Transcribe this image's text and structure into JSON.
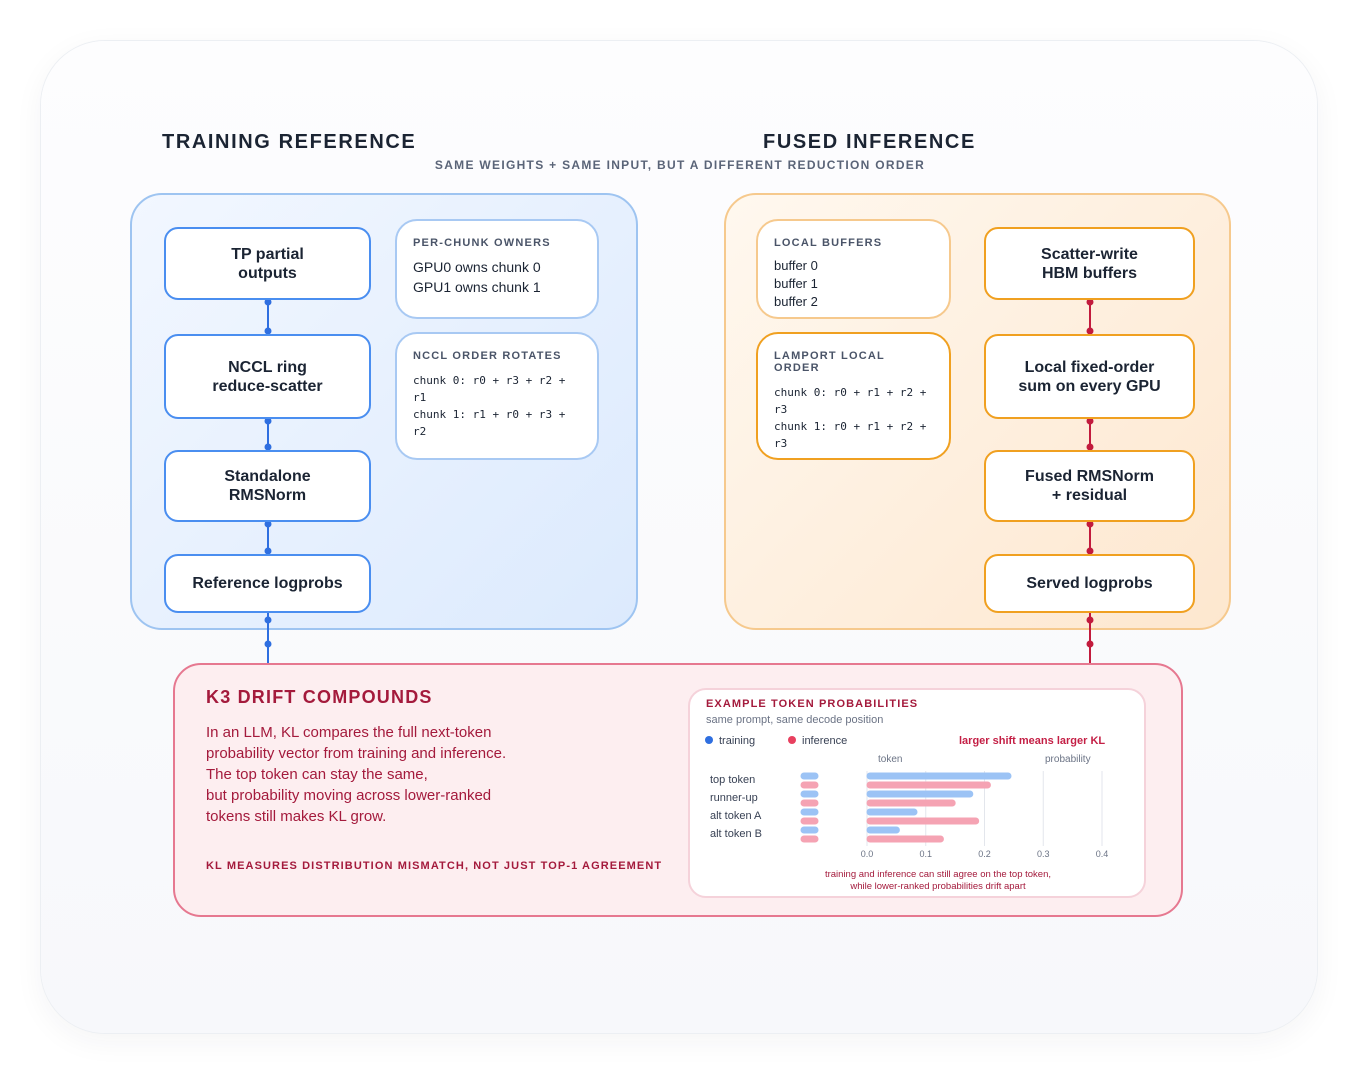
{
  "headers": {
    "left": "TRAINING REFERENCE",
    "right": "FUSED INFERENCE",
    "subtitle": "SAME WEIGHTS + SAME INPUT, BUT A DIFFERENT REDUCTION ORDER"
  },
  "training": {
    "nodes": [
      "TP partial\noutputs",
      "NCCL ring\nreduce-scatter",
      "Standalone\nRMSNorm",
      "Reference logprobs"
    ],
    "owners": {
      "title": "PER-CHUNK OWNERS",
      "lines": [
        "GPU0 owns chunk 0",
        "GPU1 owns chunk 1"
      ]
    },
    "order": {
      "title": "NCCL ORDER ROTATES",
      "lines": [
        "chunk 0: r0 + r3 + r2 + r1",
        "chunk 1: r1 + r0 + r3 + r2"
      ]
    }
  },
  "inference": {
    "nodes": [
      "Scatter-write\nHBM buffers",
      "Local fixed-order\nsum on every GPU",
      "Fused RMSNorm\n+ residual",
      "Served logprobs"
    ],
    "buffers": {
      "title": "LOCAL BUFFERS",
      "lines": [
        "buffer 0",
        "buffer 1",
        "buffer 2"
      ]
    },
    "order": {
      "title": "LAMPORT LOCAL ORDER",
      "lines": [
        "chunk 0: r0 + r1 + r2 + r3",
        "chunk 1: r0 + r1 + r2 + r3"
      ]
    }
  },
  "kl": {
    "title": "K3 DRIFT COMPOUNDS",
    "lines": [
      "In an LLM, KL compares the full next-token",
      "probability vector from training and inference.",
      "The top token can stay the same,",
      "but probability moving across lower-ranked",
      "tokens still makes KL grow."
    ],
    "footer": "KL MEASURES DISTRIBUTION MISMATCH, NOT JUST TOP-1 AGREEMENT"
  },
  "chart_data": {
    "type": "bar",
    "title": "EXAMPLE TOKEN PROBABILITIES",
    "subtitle": "same prompt, same decode position",
    "annotation": "larger shift means larger KL",
    "col_token": "token",
    "col_prob": "probability",
    "categories": [
      "top token",
      "runner-up",
      "alt token A",
      "alt token B"
    ],
    "series": [
      {
        "name": "training",
        "color": "#9cc3f5",
        "dot": "#2f6fe0",
        "values": [
          0.24,
          0.175,
          0.08,
          0.05
        ]
      },
      {
        "name": "inference",
        "color": "#f5a3b3",
        "dot": "#e8405f",
        "values": [
          0.205,
          0.145,
          0.185,
          0.125
        ]
      }
    ],
    "xlim": [
      0,
      0.4
    ],
    "xticks": [
      "0.0",
      "0.1",
      "0.2",
      "0.3",
      "0.4"
    ],
    "caption": [
      "training and inference can still agree on the top token,",
      "while lower-ranked probabilities drift apart"
    ]
  }
}
